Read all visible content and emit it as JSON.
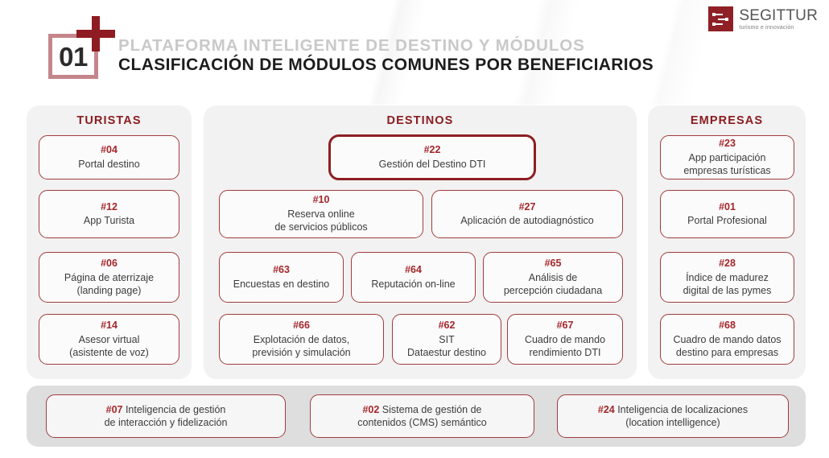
{
  "header": {
    "badge_number": "01",
    "subtitle": "PLATAFORMA INTELIGENTE DE DESTINO Y MÓDULOS",
    "title": "CLASIFICACIÓN DE MÓDULOS COMUNES POR BENEFICIARIOS",
    "logo": {
      "name": "SEGITTUR",
      "tagline": "turismo e innovación",
      "mark_icon": "segittur-circuit-icon",
      "mark_color": "#8f2026"
    },
    "plus_icon": "plus-icon",
    "colors": {
      "badge_border": "#c4868b",
      "plus": "#8e1c22",
      "subtitle": "#c9c9c9",
      "title": "#1c1c1c"
    }
  },
  "colors": {
    "accent_red": "#a3262b",
    "heading_red": "#8b1c20",
    "card_border": "#a03c3c",
    "highlight_border": "#8d1f22",
    "panel_bg": "#f2f2f2",
    "bottom_bar_bg": "#dedede"
  },
  "columns": [
    {
      "id": "turistas",
      "title": "TURISTAS",
      "cards": [
        {
          "num": "#04",
          "label": "Portal destino",
          "highlight": false
        },
        {
          "num": "#12",
          "label": "App Turista",
          "highlight": false
        },
        {
          "num": "#06",
          "label": "Página de aterrizaje\n(landing page)",
          "highlight": false
        },
        {
          "num": "#14",
          "label": "Asesor virtual\n(asistente de voz)",
          "highlight": false
        }
      ]
    },
    {
      "id": "destinos",
      "title": "DESTINOS",
      "cards": [
        {
          "num": "#22",
          "label": "Gestión del Destino DTI",
          "highlight": true
        },
        {
          "num": "#10",
          "label": "Reserva online\nde servicios públicos",
          "highlight": false
        },
        {
          "num": "#27",
          "label": "Aplicación de autodiagnóstico",
          "highlight": false
        },
        {
          "num": "#63",
          "label": "Encuestas en destino",
          "highlight": false
        },
        {
          "num": "#64",
          "label": "Reputación on-line",
          "highlight": false
        },
        {
          "num": "#65",
          "label": "Análisis de\npercepción ciudadana",
          "highlight": false
        },
        {
          "num": "#66",
          "label": "Explotación de datos,\nprevisión y simulación",
          "highlight": false
        },
        {
          "num": "#62",
          "label": "SIT\nDataestur destino",
          "highlight": false
        },
        {
          "num": "#67",
          "label": "Cuadro de mando\nrendimiento DTI",
          "highlight": false
        }
      ]
    },
    {
      "id": "empresas",
      "title": "EMPRESAS",
      "cards": [
        {
          "num": "#23",
          "label": "App participación\nempresas turísticas",
          "highlight": false
        },
        {
          "num": "#01",
          "label": "Portal Profesional",
          "highlight": false
        },
        {
          "num": "#28",
          "label": "Índice de madurez\ndigital de las pymes",
          "highlight": false
        },
        {
          "num": "#68",
          "label": "Cuadro de mando datos\ndestino para empresas",
          "highlight": false
        }
      ]
    }
  ],
  "bottom_row": [
    {
      "num": "#07",
      "label": " Inteligencia de gestión\nde interacción y fidelización"
    },
    {
      "num": "#02",
      "label": " Sistema de gestión de\ncontenidos (CMS) semántico"
    },
    {
      "num": "#24",
      "label": " Inteligencia de localizaciones\n(location intelligence)"
    }
  ]
}
